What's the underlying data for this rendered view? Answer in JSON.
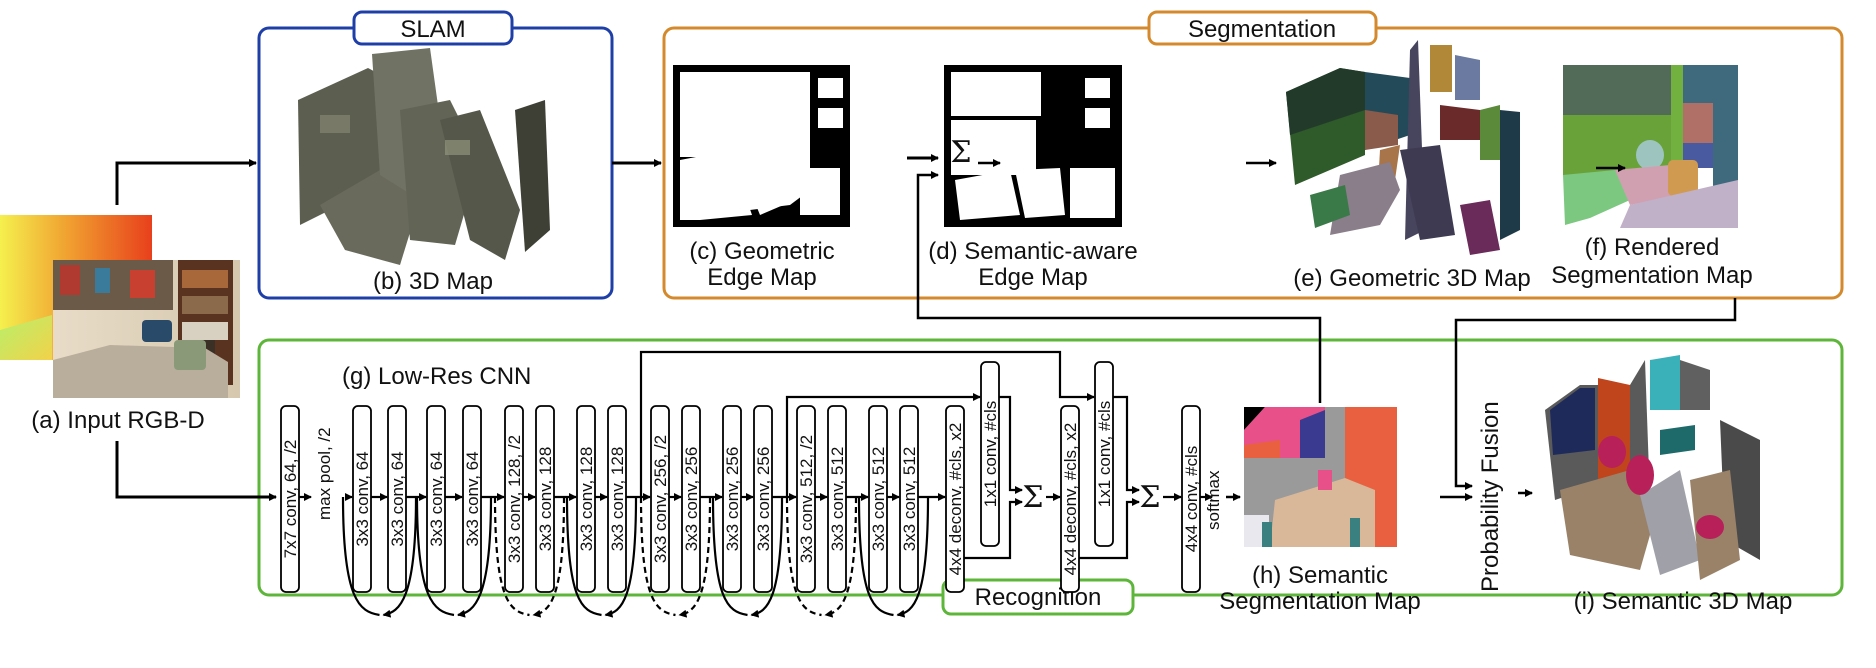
{
  "colors": {
    "slam": "#1f3fa8",
    "segmentation": "#d48a2c",
    "recognition": "#5db53a",
    "arrow": "#000000"
  },
  "groups": {
    "slam": "SLAM",
    "segmentation": "Segmentation",
    "recognition": "Recognition"
  },
  "panels": {
    "a": "(a) Input RGB-D",
    "b": "(b) 3D Map",
    "c1": "(c) Geometric",
    "c2": "Edge Map",
    "d1": "(d) Semantic-aware",
    "d2": "Edge Map",
    "e": "(e) Geometric 3D Map",
    "f1": "(f) Rendered",
    "f2": "Segmentation Map",
    "g": "(g) Low-Res CNN",
    "h1": "(h) Semantic",
    "h2": "Segmentation Map",
    "i": "(i) Semantic 3D Map"
  },
  "ops": {
    "sum": "Σ",
    "maxpool": "max pool, /2",
    "softmax": "softmax",
    "fusion": "Probability Fusion"
  },
  "cnn_layers": [
    "7x7 conv, 64, /2",
    "3x3 conv, 64",
    "3x3 conv, 64",
    "3x3 conv, 64",
    "3x3 conv, 64",
    "3x3 conv, 128, /2",
    "3x3 conv, 128",
    "3x3 conv, 128",
    "3x3 conv, 128",
    "3x3 conv, 256, /2",
    "3x3 conv, 256",
    "3x3 conv, 256",
    "3x3 conv, 256",
    "3x3 conv, 512, /2",
    "3x3 conv, 512",
    "3x3 conv, 512",
    "3x3 conv, 512",
    "4x4 deconv, #cls, x2",
    "1x1 conv, #cls",
    "4x4 deconv, #cls, x2",
    "1x1 conv, #cls",
    "4x4 conv, #cls"
  ]
}
